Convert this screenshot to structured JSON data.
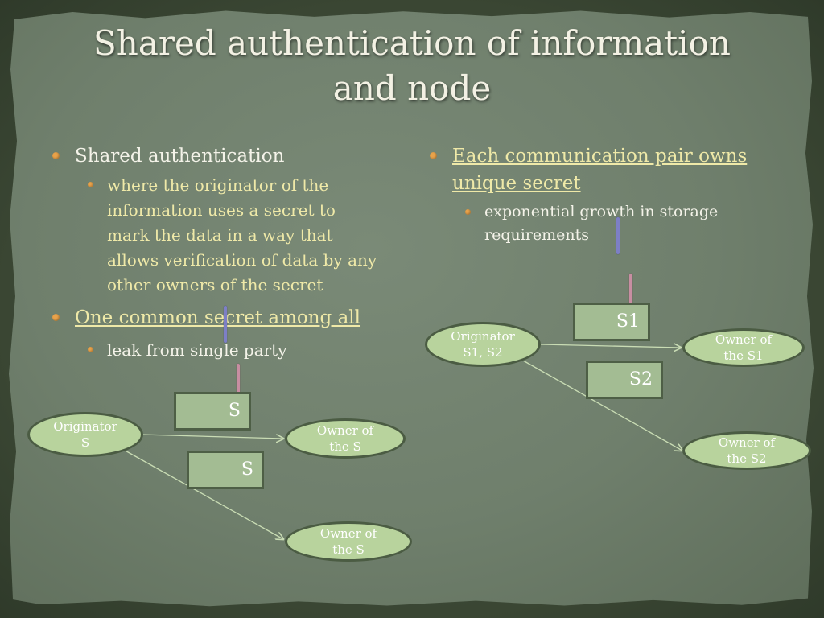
{
  "title": {
    "line1": "Shared authentication of information",
    "line2": "and node"
  },
  "left": {
    "bullet1": "Shared authentication",
    "sub1": [
      "where the originator  of the",
      "information uses a secret to",
      "mark the data in a way that",
      "allows verification of data by any",
      "other owners of the secret"
    ],
    "bullet2": "One common secret among all",
    "sub2": "leak from single party",
    "diagram": {
      "originator": [
        "Originator",
        "S"
      ],
      "box_top": "S",
      "box_bottom": "S",
      "owner1": [
        "Owner of",
        "the S"
      ],
      "owner2": [
        "Owner of",
        "the S"
      ]
    }
  },
  "right": {
    "bullet1": [
      "Each communication pair owns",
      "unique secret"
    ],
    "sub1": [
      "exponential growth in storage",
      "requirements"
    ],
    "diagram": {
      "originator": [
        "Originator",
        "S1, S2"
      ],
      "box_top": "S1",
      "box_bottom": "S2",
      "owner1": [
        "Owner of",
        "the S1"
      ],
      "owner2": [
        "Owner of",
        "the S2"
      ]
    }
  },
  "colors": {
    "bullet_dot": "#e8a24a",
    "title_text": "#f3f1e4",
    "highlight_text": "#efe9a8",
    "box_fill": "#a3bc93",
    "ellipse_fill": "#b8d39d"
  }
}
